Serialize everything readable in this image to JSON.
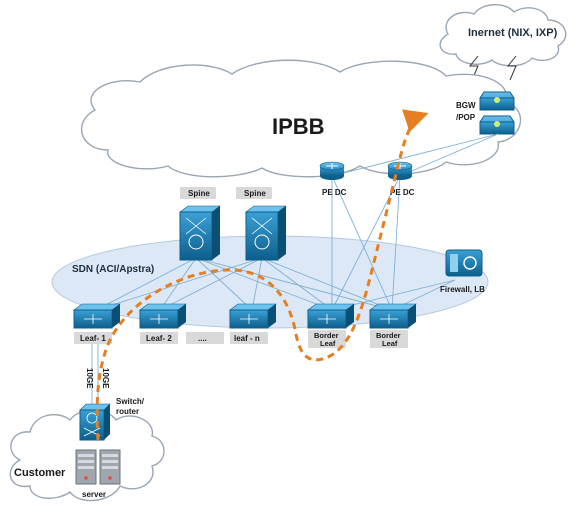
{
  "clouds": {
    "internet": "Inernet (NIX, IXP)",
    "ipbb": "IPBB",
    "customer": "Customer"
  },
  "gateway": {
    "label_line1": "BGW",
    "label_line2": "/POP"
  },
  "pe": {
    "left": "PE DC",
    "right": "PE DC"
  },
  "spines": {
    "spine1": "Spine",
    "spine2": "Spine"
  },
  "sdn": {
    "label": "SDN (ACI/Apstra)"
  },
  "firewall": {
    "label": "Firewall, LB"
  },
  "leaves": {
    "leaf1": "Leaf- 1",
    "leaf2": "Leaf- 2",
    "ellipsis": "....",
    "leafn": "leaf - n",
    "border1_line1": "Border",
    "border1_line2": "Leaf",
    "border2_line1": "Border",
    "border2_line2": "Leaf"
  },
  "links": {
    "link1": "10GE",
    "link2": "10GE"
  },
  "access": {
    "switch_line1": "Switch/",
    "switch_line2": "router",
    "server": "server"
  },
  "colors": {
    "device_blue": "#1a7fb5",
    "device_dark": "#0d5f8c",
    "cloud_fill": "#ffffff",
    "sdn_fill": "#dce8f5",
    "label_bg": "#d9d9d9",
    "path_orange": "#e67e22"
  }
}
